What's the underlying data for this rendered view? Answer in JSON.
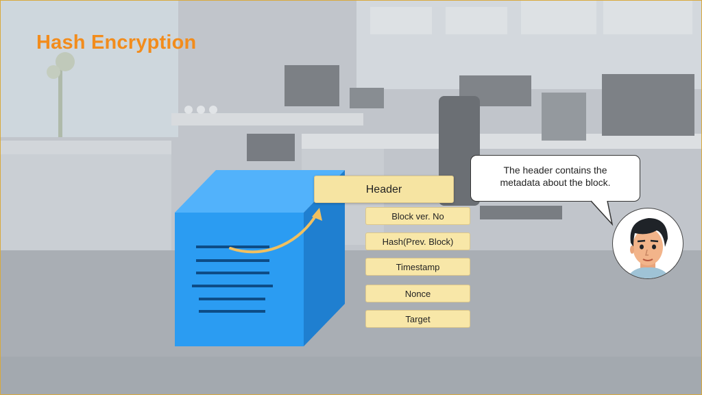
{
  "slide": {
    "title": "Hash Encryption"
  },
  "diagram": {
    "header_label": "Header",
    "fields": [
      "Block ver. No",
      "Hash(Prev. Block)",
      "Timestamp",
      "Nonce",
      "Target"
    ]
  },
  "speech": {
    "line1": "The header contains the",
    "line2": "metadata about the block."
  },
  "colors": {
    "title": "#f28c1c",
    "cube_front": "#2b9cf2",
    "cube_top": "#52b2fb",
    "cube_side": "#1f7fd0",
    "field_fill": "#f8e7a8",
    "arrow": "#f0c060"
  },
  "icons": {
    "avatar": "person-avatar-icon",
    "arrow": "curved-arrow-icon"
  }
}
